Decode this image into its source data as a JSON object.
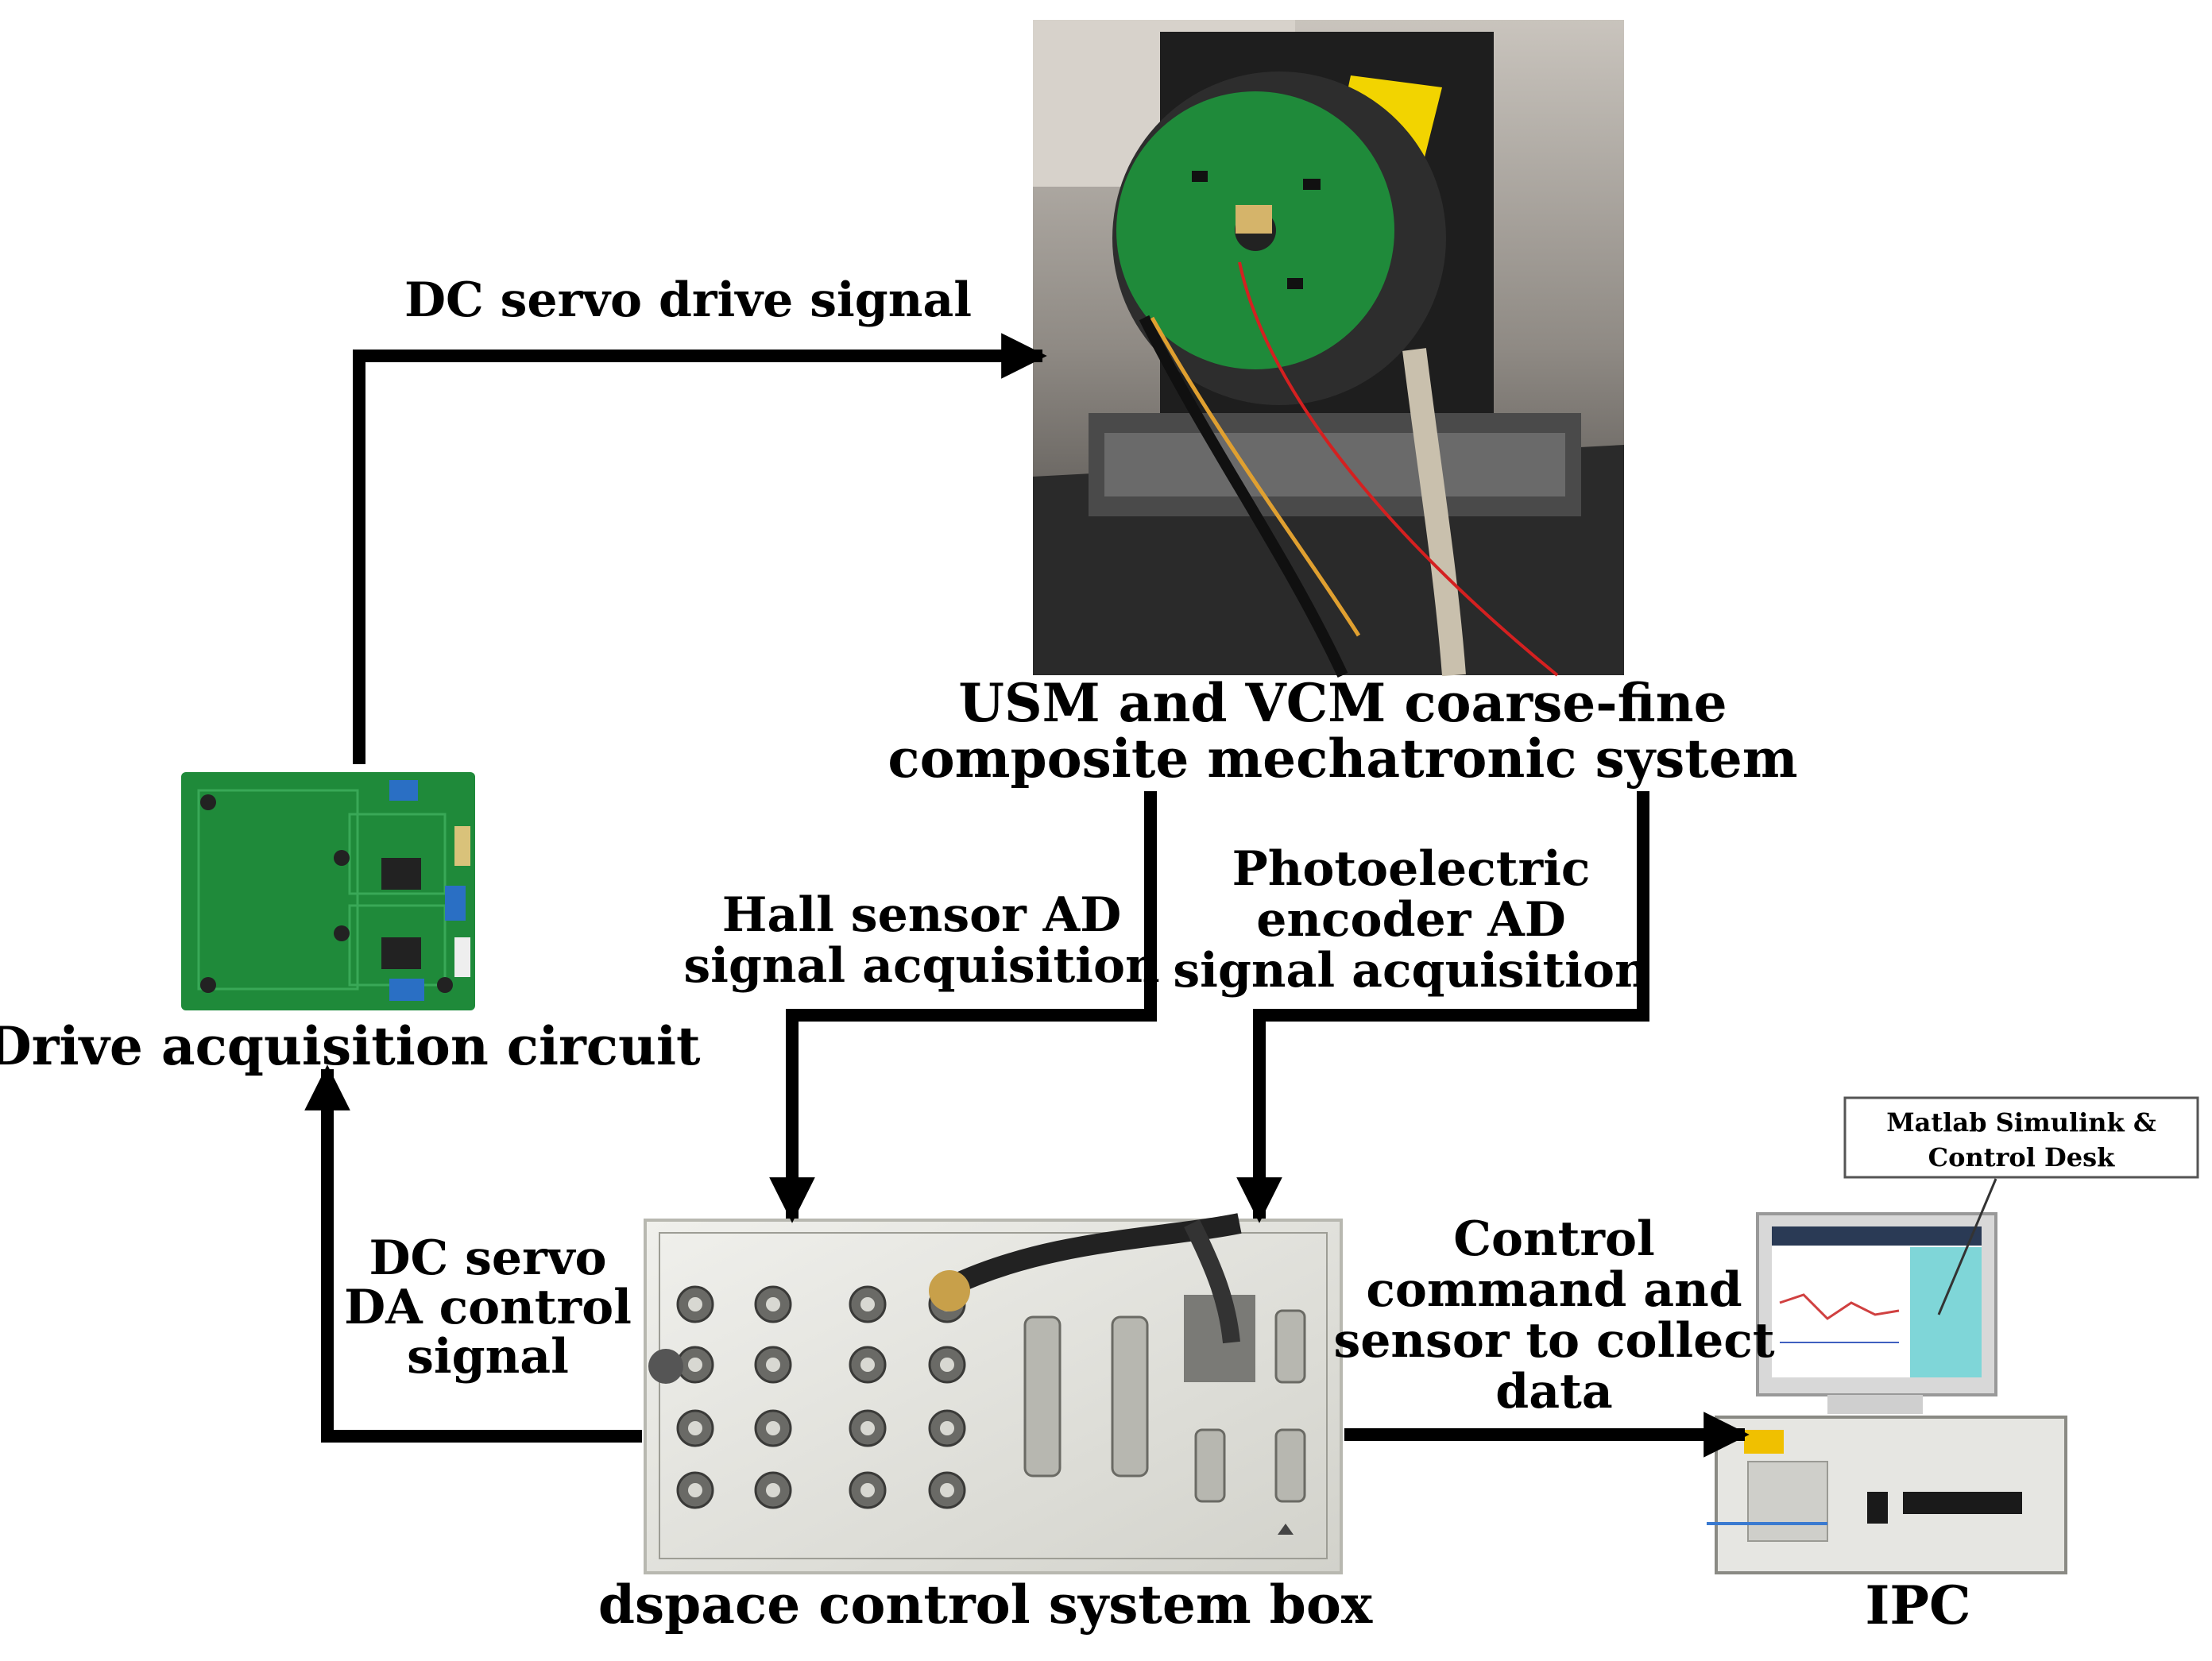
{
  "nodes": {
    "mechatronic_system": {
      "caption": [
        "USM and VCM coarse-fine",
        "composite mechatronic system"
      ]
    },
    "drive_circuit": {
      "caption": "Drive acquisition circuit"
    },
    "dspace_box": {
      "caption": "dspace control system box"
    },
    "ipc": {
      "caption": "IPC",
      "callout": [
        "Matlab Simulink &",
        "Control Desk"
      ]
    }
  },
  "edges": {
    "dc_servo_drive": {
      "label": "DC servo drive signal"
    },
    "hall_sensor": {
      "label": [
        "Hall sensor AD",
        "signal acquisition"
      ]
    },
    "photoelectric": {
      "label": [
        "Photoelectric",
        "encoder AD",
        "signal acquisition"
      ]
    },
    "dc_servo_da": {
      "label": [
        "DC servo",
        "DA control",
        "signal"
      ]
    },
    "control_command": {
      "label": [
        "Control",
        "command and",
        "sensor to collect",
        "data"
      ]
    }
  },
  "colors": {
    "arrow": "#000000",
    "pcb_green": "#1f8a3a",
    "panel_silver": "#e2e2dc",
    "monitor_cyan": "#7fd6d8"
  }
}
